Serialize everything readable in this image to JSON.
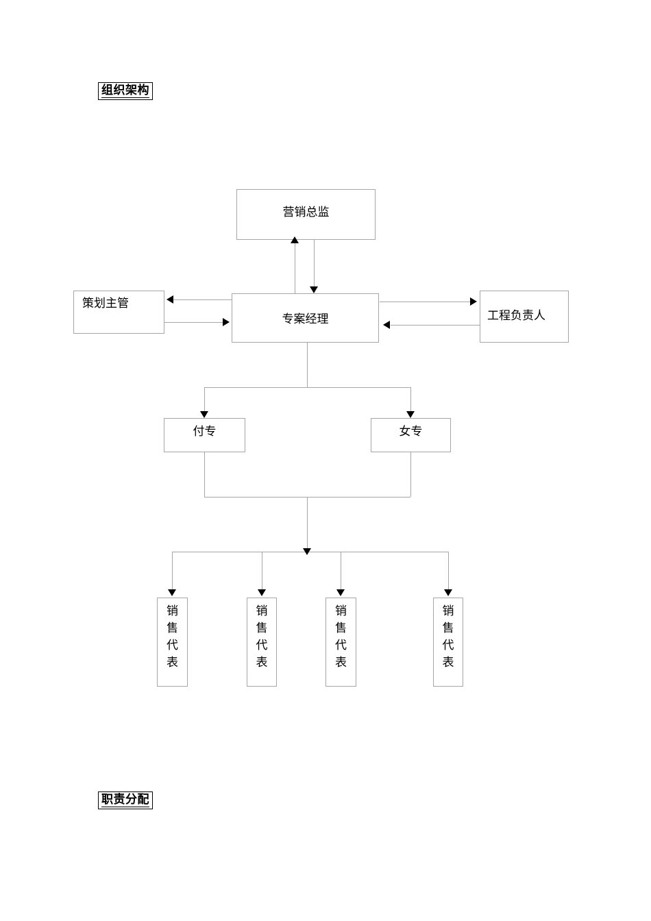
{
  "document": {
    "headings": {
      "organization": "组织架构",
      "responsibility": "职责分配"
    }
  },
  "chart": {
    "type": "org-chart",
    "nodes": {
      "director": {
        "label": "营销总监"
      },
      "project_manager": {
        "label": "专案经理"
      },
      "planning_supervisor": {
        "label": "策划主管"
      },
      "engineering_lead": {
        "label": "工程负责人"
      },
      "fu_zhuan": {
        "label": "付专"
      },
      "nv_zhuan": {
        "label": "女专"
      },
      "sales_reps": [
        {
          "label": "销售代表",
          "chars": [
            "销",
            "售",
            "代",
            "表"
          ]
        },
        {
          "label": "销售代表",
          "chars": [
            "销",
            "售",
            "代",
            "表"
          ]
        },
        {
          "label": "销售代表",
          "chars": [
            "销",
            "售",
            "代",
            "表"
          ]
        },
        {
          "label": "销售代表",
          "chars": [
            "销",
            "售",
            "代",
            "表"
          ]
        }
      ]
    },
    "colors": {
      "box_border": "#a6a6a6",
      "line": "#a6a6a6",
      "arrow": "#000000",
      "text": "#000000",
      "background": "#ffffff",
      "heading_border": "#000000"
    }
  }
}
